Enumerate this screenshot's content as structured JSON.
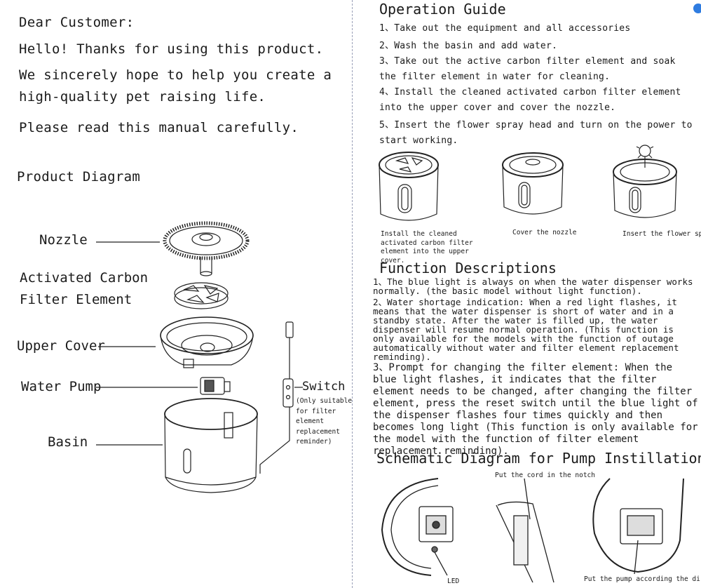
{
  "left": {
    "greeting": "Dear Customer:",
    "line1": "Hello! Thanks for using this product.",
    "line2a": "We sincerely hope to help you create a",
    "line2b": "high-quality pet raising life.",
    "line3": "Please read this manual carefully.",
    "diagram_title": "Product Diagram",
    "labels": {
      "nozzle": "Nozzle",
      "carbon1": "Activated Carbon",
      "carbon2": "Filter Element",
      "cover": "Upper Cover",
      "pump": "Water Pump",
      "basin": "Basin",
      "switch": "Switch",
      "switch_note": [
        "(Only suitable",
        "for filter",
        "element",
        "replacement",
        "reminder)"
      ]
    }
  },
  "guide": {
    "title": "Operation Guide",
    "steps": [
      "1、Take out the equipment and all accessories",
      "2、Wash the basin and add water.",
      "3、Take out the active carbon filter element and soak the filter element in water for cleaning.",
      "4、Install the cleaned activated carbon filter element into the upper cover and cover the nozzle.",
      "5、Insert the flower spray head and turn on the power to start working."
    ],
    "captions": [
      "Install the cleaned activated carbon filter element into the upper cover.",
      "Cover the nozzle",
      "Insert the flower spray"
    ]
  },
  "functions": {
    "title": "Function Descriptions",
    "p1": "1、The blue light is always on when the water dispenser works normally. (the basic model without light function).",
    "p2": "2、Water shortage indication: When a red light flashes, it means that the water dispenser is short of water and in a standby state. After the water is filled up, the water dispenser will resume normal operation. (This function is only available for the models with the function of outage automatically without water and filter element replacement reminding).",
    "p3": "3、Prompt for changing the filter element: When the blue light flashes, it indicates that the filter element needs to be changed, after changing the filter element, press the reset switch until the blue light of the dispenser flashes four times quickly and then becomes long light (This function is only available for the model with the function of filter element replacement reminding)."
  },
  "pump": {
    "title": "Schematic Diagram for Pump Instillation",
    "cord_label": "Put the cord in the notch",
    "direction_label": "Put the pump according the direction",
    "led_label": "LED"
  }
}
